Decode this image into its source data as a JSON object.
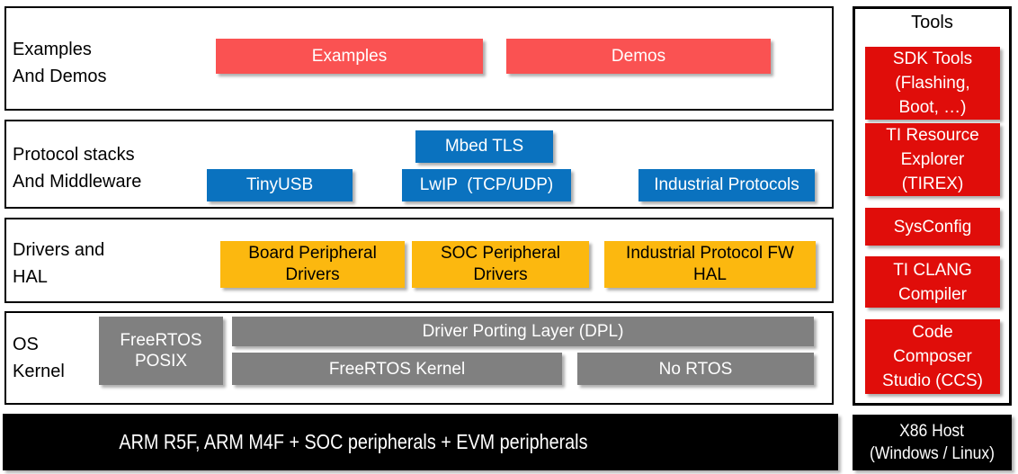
{
  "layers": [
    {
      "label": [
        "Examples",
        "And Demos"
      ],
      "blocks": [
        {
          "text": "Examples"
        },
        {
          "text": "Demos"
        }
      ]
    },
    {
      "label": [
        "Protocol stacks",
        "And Middleware"
      ],
      "blocks": [
        {
          "text": "Mbed TLS"
        },
        {
          "text": "TinyUSB"
        },
        {
          "text": "LwIP  (TCP/UDP)"
        },
        {
          "text": "Industrial Protocols"
        }
      ]
    },
    {
      "label": [
        "Drivers and",
        "HAL"
      ],
      "blocks": [
        {
          "text": "Board Peripheral Drivers"
        },
        {
          "text": "SOC Peripheral Drivers"
        },
        {
          "text": "Industrial Protocol FW HAL"
        }
      ]
    },
    {
      "label": [
        "OS",
        "Kernel"
      ],
      "blocks": [
        {
          "text": "FreeRTOS POSIX"
        },
        {
          "text": "Driver Porting Layer (DPL)"
        },
        {
          "text": "FreeRTOS Kernel"
        },
        {
          "text": "No RTOS"
        }
      ]
    }
  ],
  "hardware_bar": {
    "text": "ARM R5F, ARM M4F + SOC peripherals + EVM peripherals"
  },
  "tools_panel": {
    "title": "Tools",
    "items": [
      {
        "lines": [
          "SDK Tools",
          "(Flashing,",
          "Boot, …)"
        ]
      },
      {
        "lines": [
          "TI Resource",
          "Explorer",
          "(TIREX)"
        ]
      },
      {
        "lines": [
          "SysConfig"
        ]
      },
      {
        "lines": [
          "TI CLANG",
          "Compiler"
        ]
      },
      {
        "lines": [
          "Code",
          "Composer",
          "Studio (CCS)"
        ]
      }
    ],
    "host": {
      "lines": [
        "X86 Host",
        "(Windows / Linux)"
      ]
    }
  },
  "colors": {
    "example_red": "#fa5252",
    "middleware_blue": "#0a72bf",
    "driver_gold": "#fcb80f",
    "os_gray": "#808080",
    "tools_red": "#e00d0a",
    "hardware_black": "#000000"
  }
}
